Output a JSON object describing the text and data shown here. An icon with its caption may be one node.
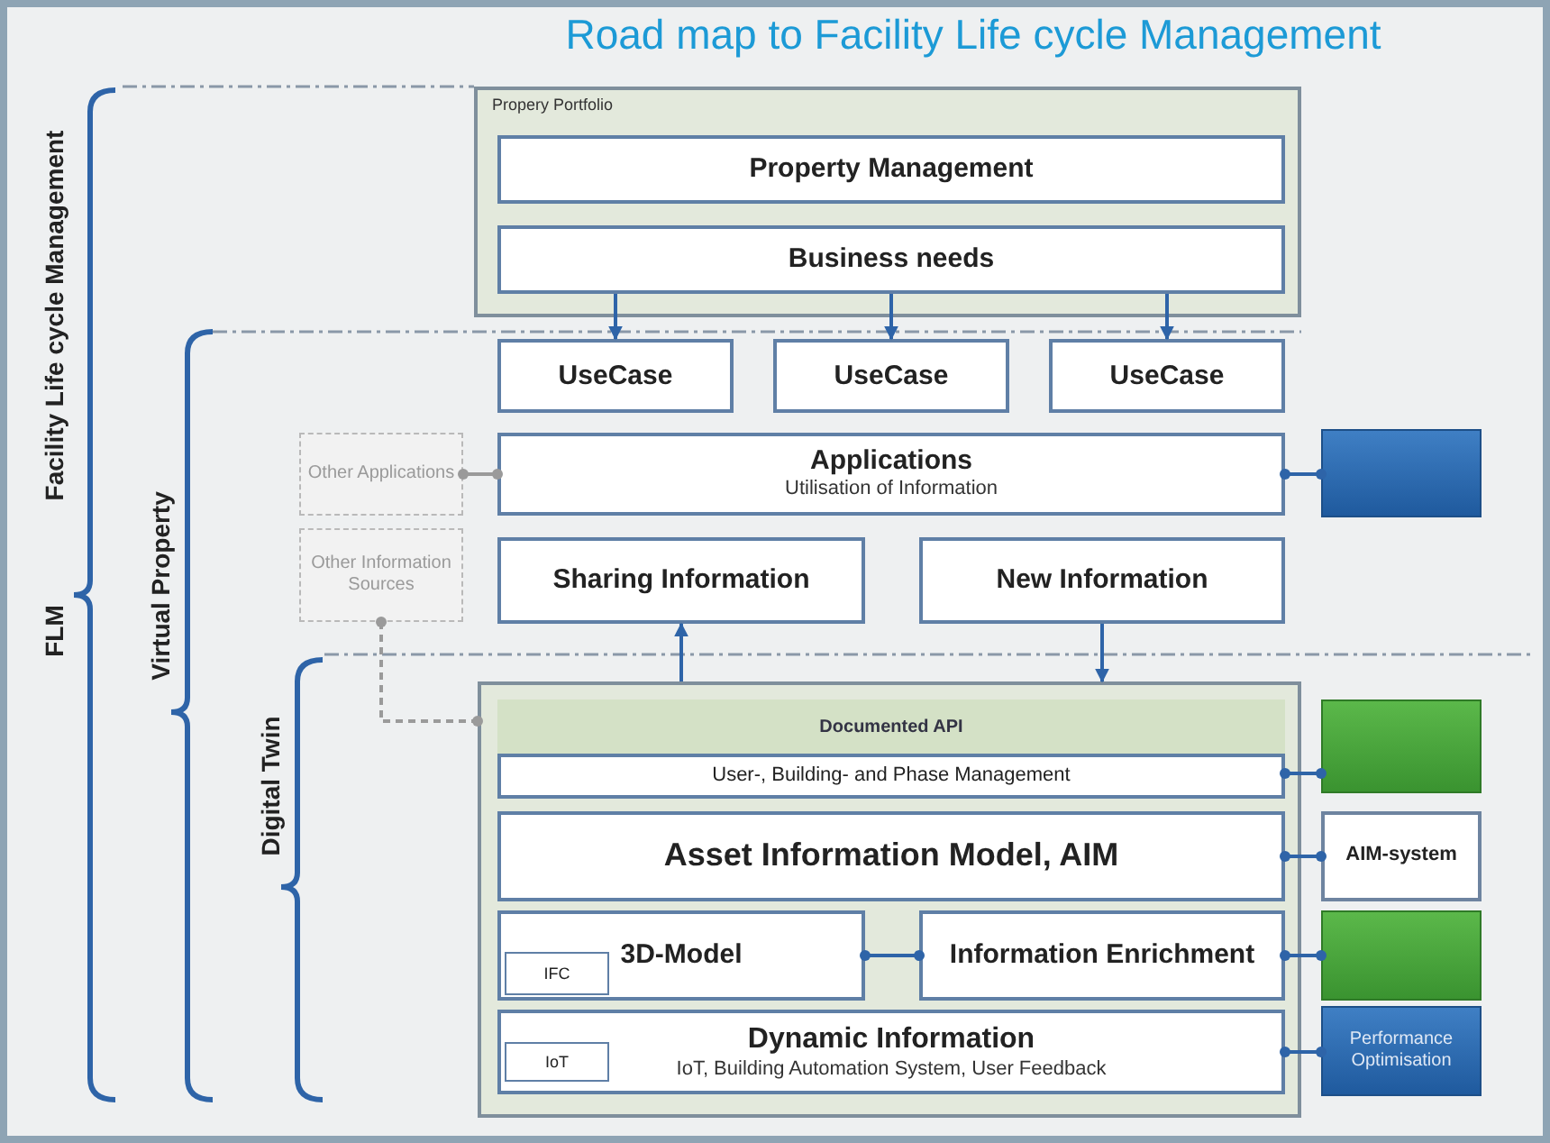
{
  "diagram": {
    "title": "Road map to Facility Life cycle Management",
    "nodes": [
      {
        "text": [
          "Propery Portfolio"
        ]
      },
      {
        "text": [
          "Property Management"
        ],
        "in": 0
      },
      {
        "text": [
          "Business needs"
        ],
        "in": 0
      },
      {
        "text": [
          "UseCase"
        ]
      },
      {
        "text": [
          "UseCase"
        ]
      },
      {
        "text": [
          "UseCase"
        ]
      },
      {
        "text": [
          "Other Applications"
        ]
      },
      {
        "text": [
          "Applications",
          "Utilisation of Information"
        ]
      },
      {
        "text": [],
        "shape": "box"
      },
      {
        "text": [
          "Other Information Sources"
        ]
      },
      {
        "text": [
          "Sharing Information"
        ]
      },
      {
        "text": [
          "New Information"
        ]
      },
      {
        "text": [
          "Documented API"
        ]
      },
      {
        "text": [
          "User-, Building- and Phase Management"
        ],
        "in": 12
      },
      {
        "text": [],
        "shape": "box"
      },
      {
        "text": [
          "Asset Information Model, AIM"
        ],
        "in": 12
      },
      {
        "text": [
          "AIM-system"
        ]
      },
      {
        "text": [
          "3D-Model"
        ],
        "in": 12
      },
      {
        "text": [
          "IFC"
        ],
        "in": 17
      },
      {
        "text": [
          "Information Enrichment"
        ],
        "in": 12
      },
      {
        "text": [],
        "shape": "box"
      },
      {
        "text": [
          "Dynamic Information",
          "IoT, Building Automation System, User Feedback"
        ],
        "in": 12
      },
      {
        "text": [
          "IoT"
        ],
        "in": 21
      },
      {
        "text": [
          "Performance Optimisation"
        ]
      }
    ],
    "edges": [
      {
        "from": 2,
        "to": 3,
        "arrow": "to"
      },
      {
        "from": 2,
        "to": 4,
        "arrow": "to"
      },
      {
        "from": 2,
        "to": 5,
        "arrow": "to"
      },
      {
        "from": 6,
        "to": 7,
        "arrow": "other",
        "color": "#9a9a9a"
      },
      {
        "from": 7,
        "to": 8,
        "arrow": "other"
      },
      {
        "from": 9,
        "to": 12,
        "arrow": "other",
        "style": "dashed",
        "color": "#9a9a9a"
      },
      {
        "from": 12,
        "to": 10,
        "arrow": "to"
      },
      {
        "from": 11,
        "to": 12,
        "arrow": "to"
      },
      {
        "from": 13,
        "to": 14,
        "arrow": "other"
      },
      {
        "from": 15,
        "to": 16,
        "arrow": "other"
      },
      {
        "from": 17,
        "to": 19,
        "arrow": "other"
      },
      {
        "from": 19,
        "to": 20,
        "arrow": "other"
      },
      {
        "from": 21,
        "to": 23,
        "arrow": "other"
      }
    ],
    "labels": [
      "Facility Life cycle Management",
      "FLM",
      "Virtual Property",
      "Digital Twin"
    ]
  }
}
